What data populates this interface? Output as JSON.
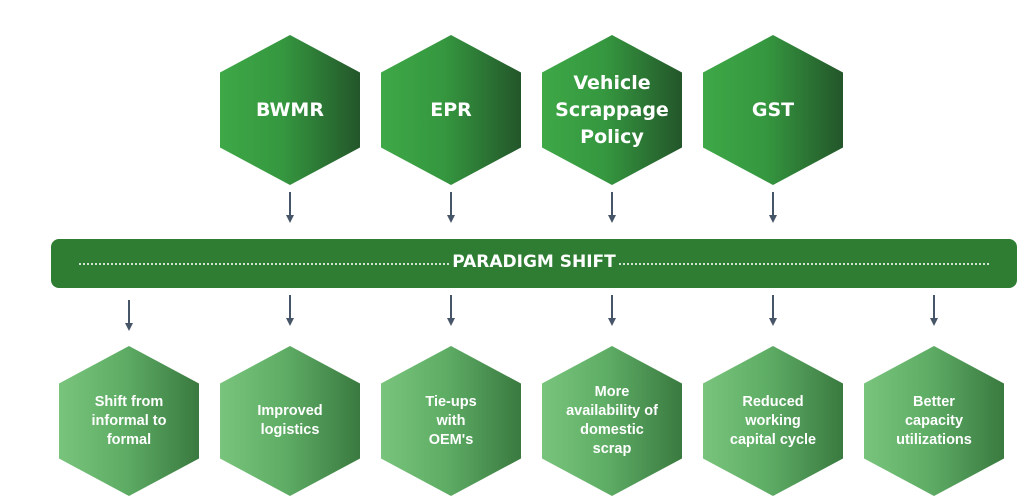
{
  "policies": [
    {
      "label": "BWMR"
    },
    {
      "label": "EPR"
    },
    {
      "label": "Vehicle Scrappage Policy"
    },
    {
      "label": "GST"
    }
  ],
  "central_bar": {
    "label": "PARADIGM SHIFT"
  },
  "outcomes": [
    {
      "label": "Shift from informal to formal"
    },
    {
      "label": "Improved logistics"
    },
    {
      "label": "Tie-ups with OEM's"
    },
    {
      "label": "More availability of domestic scrap"
    },
    {
      "label": "Reduced working capital cycle"
    },
    {
      "label": "Better capacity utilizations"
    }
  ],
  "colors": {
    "bar": "#2e7d32",
    "arrow": "#475569",
    "top_hex_light": "#3ea847",
    "top_hex_dark": "#23562a",
    "bottom_hex_light": "#79c47c",
    "bottom_hex_dark": "#3a7a40"
  }
}
